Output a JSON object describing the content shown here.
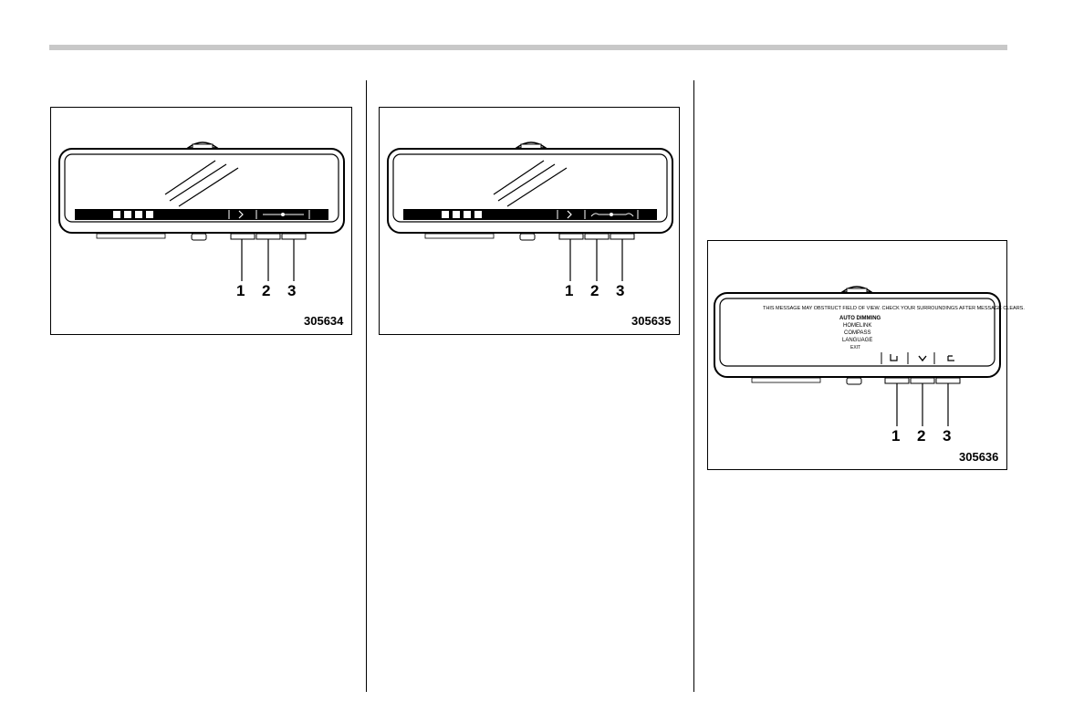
{
  "figures": [
    {
      "id": "305634",
      "callouts": [
        "1",
        "2",
        "3"
      ],
      "mode_icons": [
        "brightness-icon",
        "vertical-arrows-icon",
        "horizontal-arrows-icon",
        "tilt-icon"
      ],
      "bar_icons": [
        "next-arrow-icon",
        "left-right-slider-icon"
      ]
    },
    {
      "id": "305635",
      "callouts": [
        "1",
        "2",
        "3"
      ],
      "mode_icons": [
        "brightness-icon",
        "vertical-arrows-icon",
        "horizontal-arrows-icon",
        "tilt-icon"
      ],
      "bar_icons": [
        "next-arrow-icon",
        "rotate-slider-icon"
      ]
    },
    {
      "id": "305636",
      "callouts": [
        "1",
        "2",
        "3"
      ],
      "warning": "THIS MESSAGE MAY OBSTRUCT FIELD OF VIEW. CHECK YOUR SURROUNDINGS AFTER MESSAGE CLEARS.",
      "menu": [
        "AUTO DIMMING",
        "HOMELINK",
        "COMPASS",
        "LANGUAGE",
        "EXIT"
      ],
      "bar_icons": [
        "enter-icon",
        "down-chevron-icon",
        "return-icon"
      ]
    }
  ]
}
